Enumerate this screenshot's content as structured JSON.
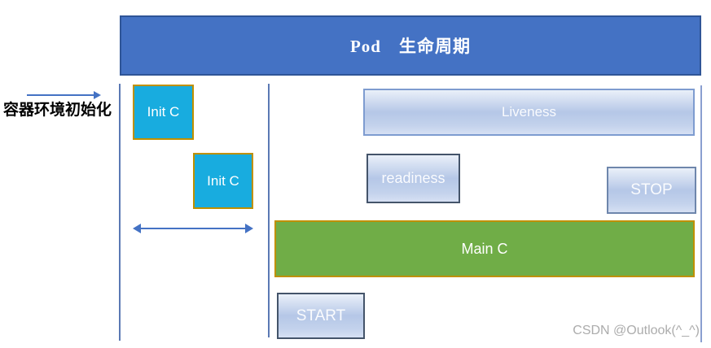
{
  "banner": {
    "title": "Pod　生命周期"
  },
  "sidebar": {
    "env_init_label": "容器环境初始化"
  },
  "diagram": {
    "init_container_1": "Init C",
    "init_container_2": "Init C",
    "liveness": "Liveness",
    "readiness": "readiness",
    "stop": "STOP",
    "main_container": "Main C",
    "start": "START"
  },
  "watermark": "CSDN @Outlook(^_^)",
  "colors": {
    "banner_fill": "#4472C4",
    "banner_border": "#2F5597",
    "init_fill": "#18ACDF",
    "gold_border": "#BF9000",
    "main_fill": "#70AD47",
    "arrow_blue": "#4472C4",
    "probe_gradient_mid": "#B5C7E7",
    "probe_border_dark": "#44546A",
    "probe_border_light": "#7E9CD0",
    "line_blue": "#5B79B4",
    "watermark_gray": "#ACACAC"
  }
}
